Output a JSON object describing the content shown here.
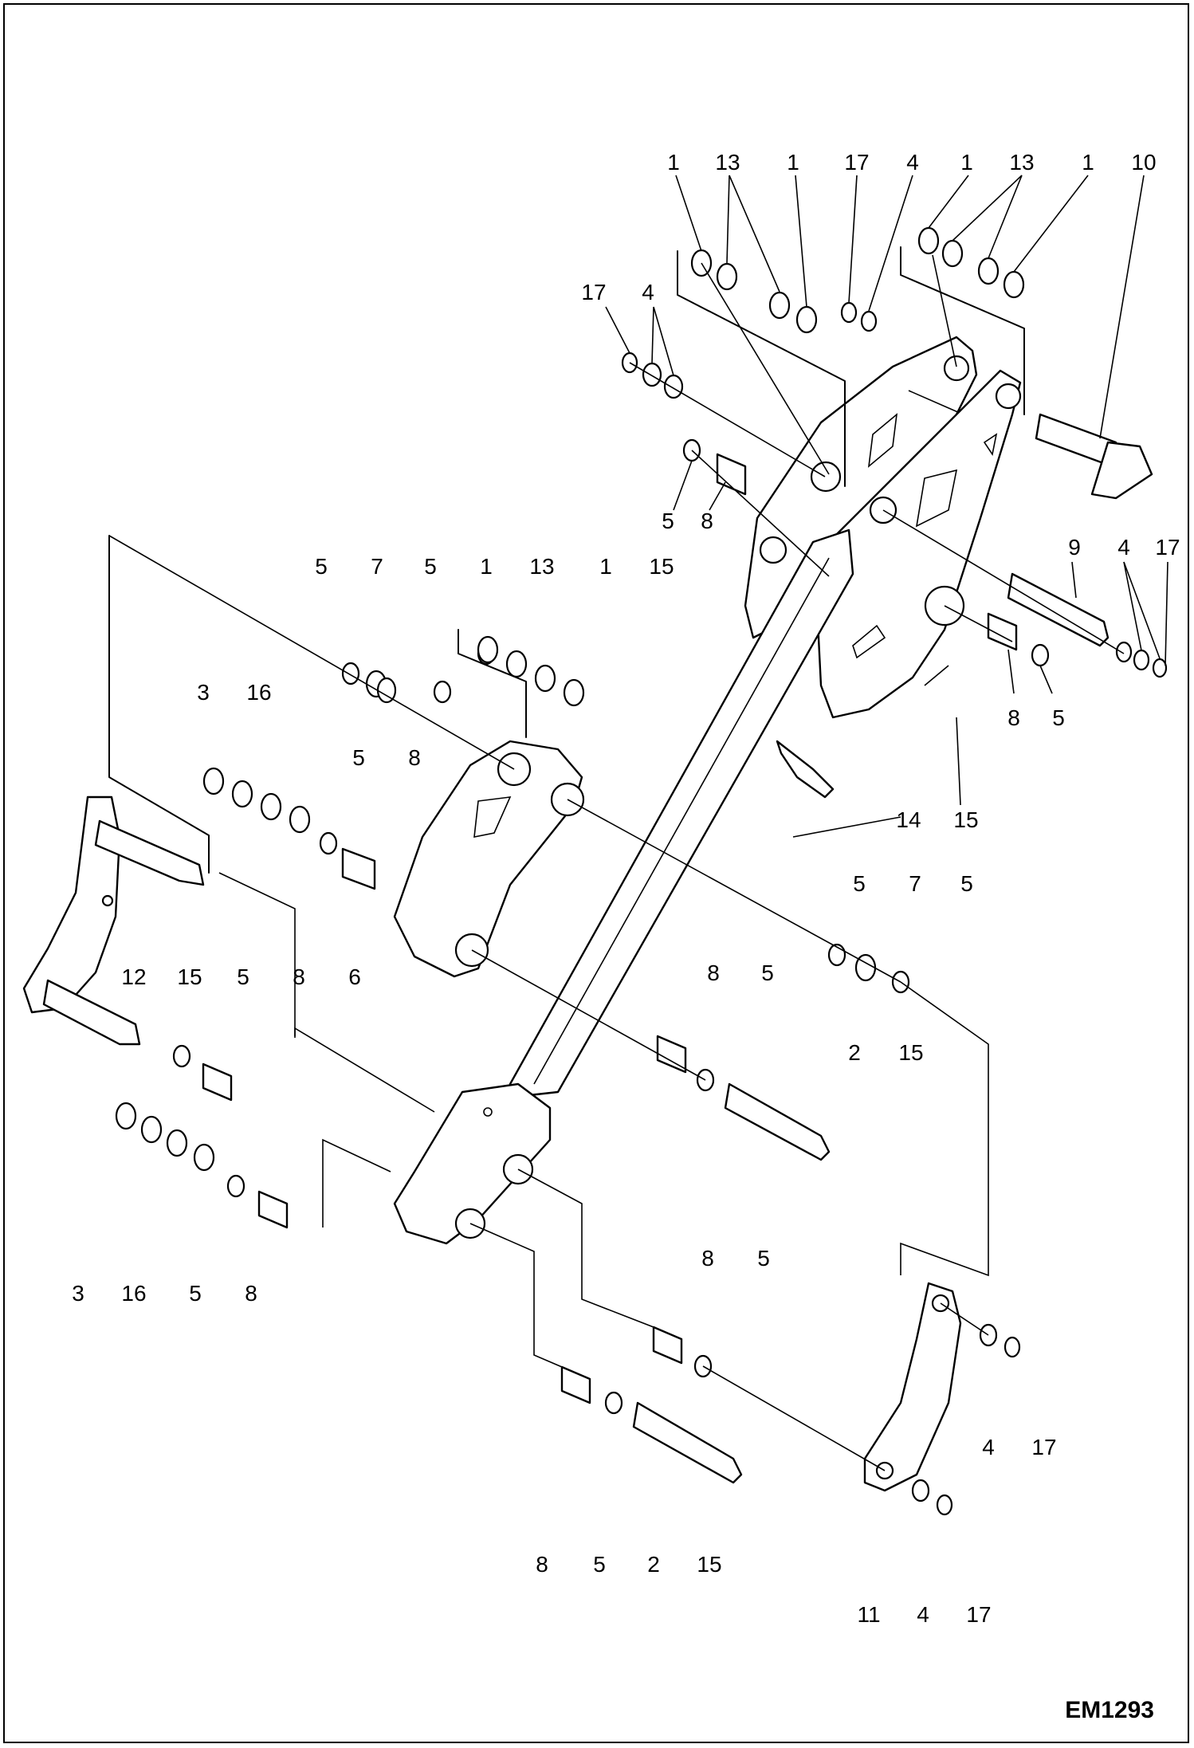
{
  "drawing_code": "EM1293",
  "callouts": [
    "1",
    "13",
    "1",
    "17",
    "4",
    "1",
    "13",
    "1",
    "10",
    "17",
    "4",
    "5",
    "8",
    "9",
    "4",
    "17",
    "5",
    "7",
    "5",
    "1",
    "13",
    "1",
    "15",
    "3",
    "16",
    "5",
    "8",
    "8",
    "5",
    "14",
    "15",
    "5",
    "7",
    "5",
    "12",
    "15",
    "5",
    "8",
    "6",
    "8",
    "5",
    "2",
    "15",
    "3",
    "16",
    "5",
    "8",
    "8",
    "5",
    "4",
    "17",
    "8",
    "5",
    "2",
    "15",
    "11",
    "4",
    "17"
  ]
}
